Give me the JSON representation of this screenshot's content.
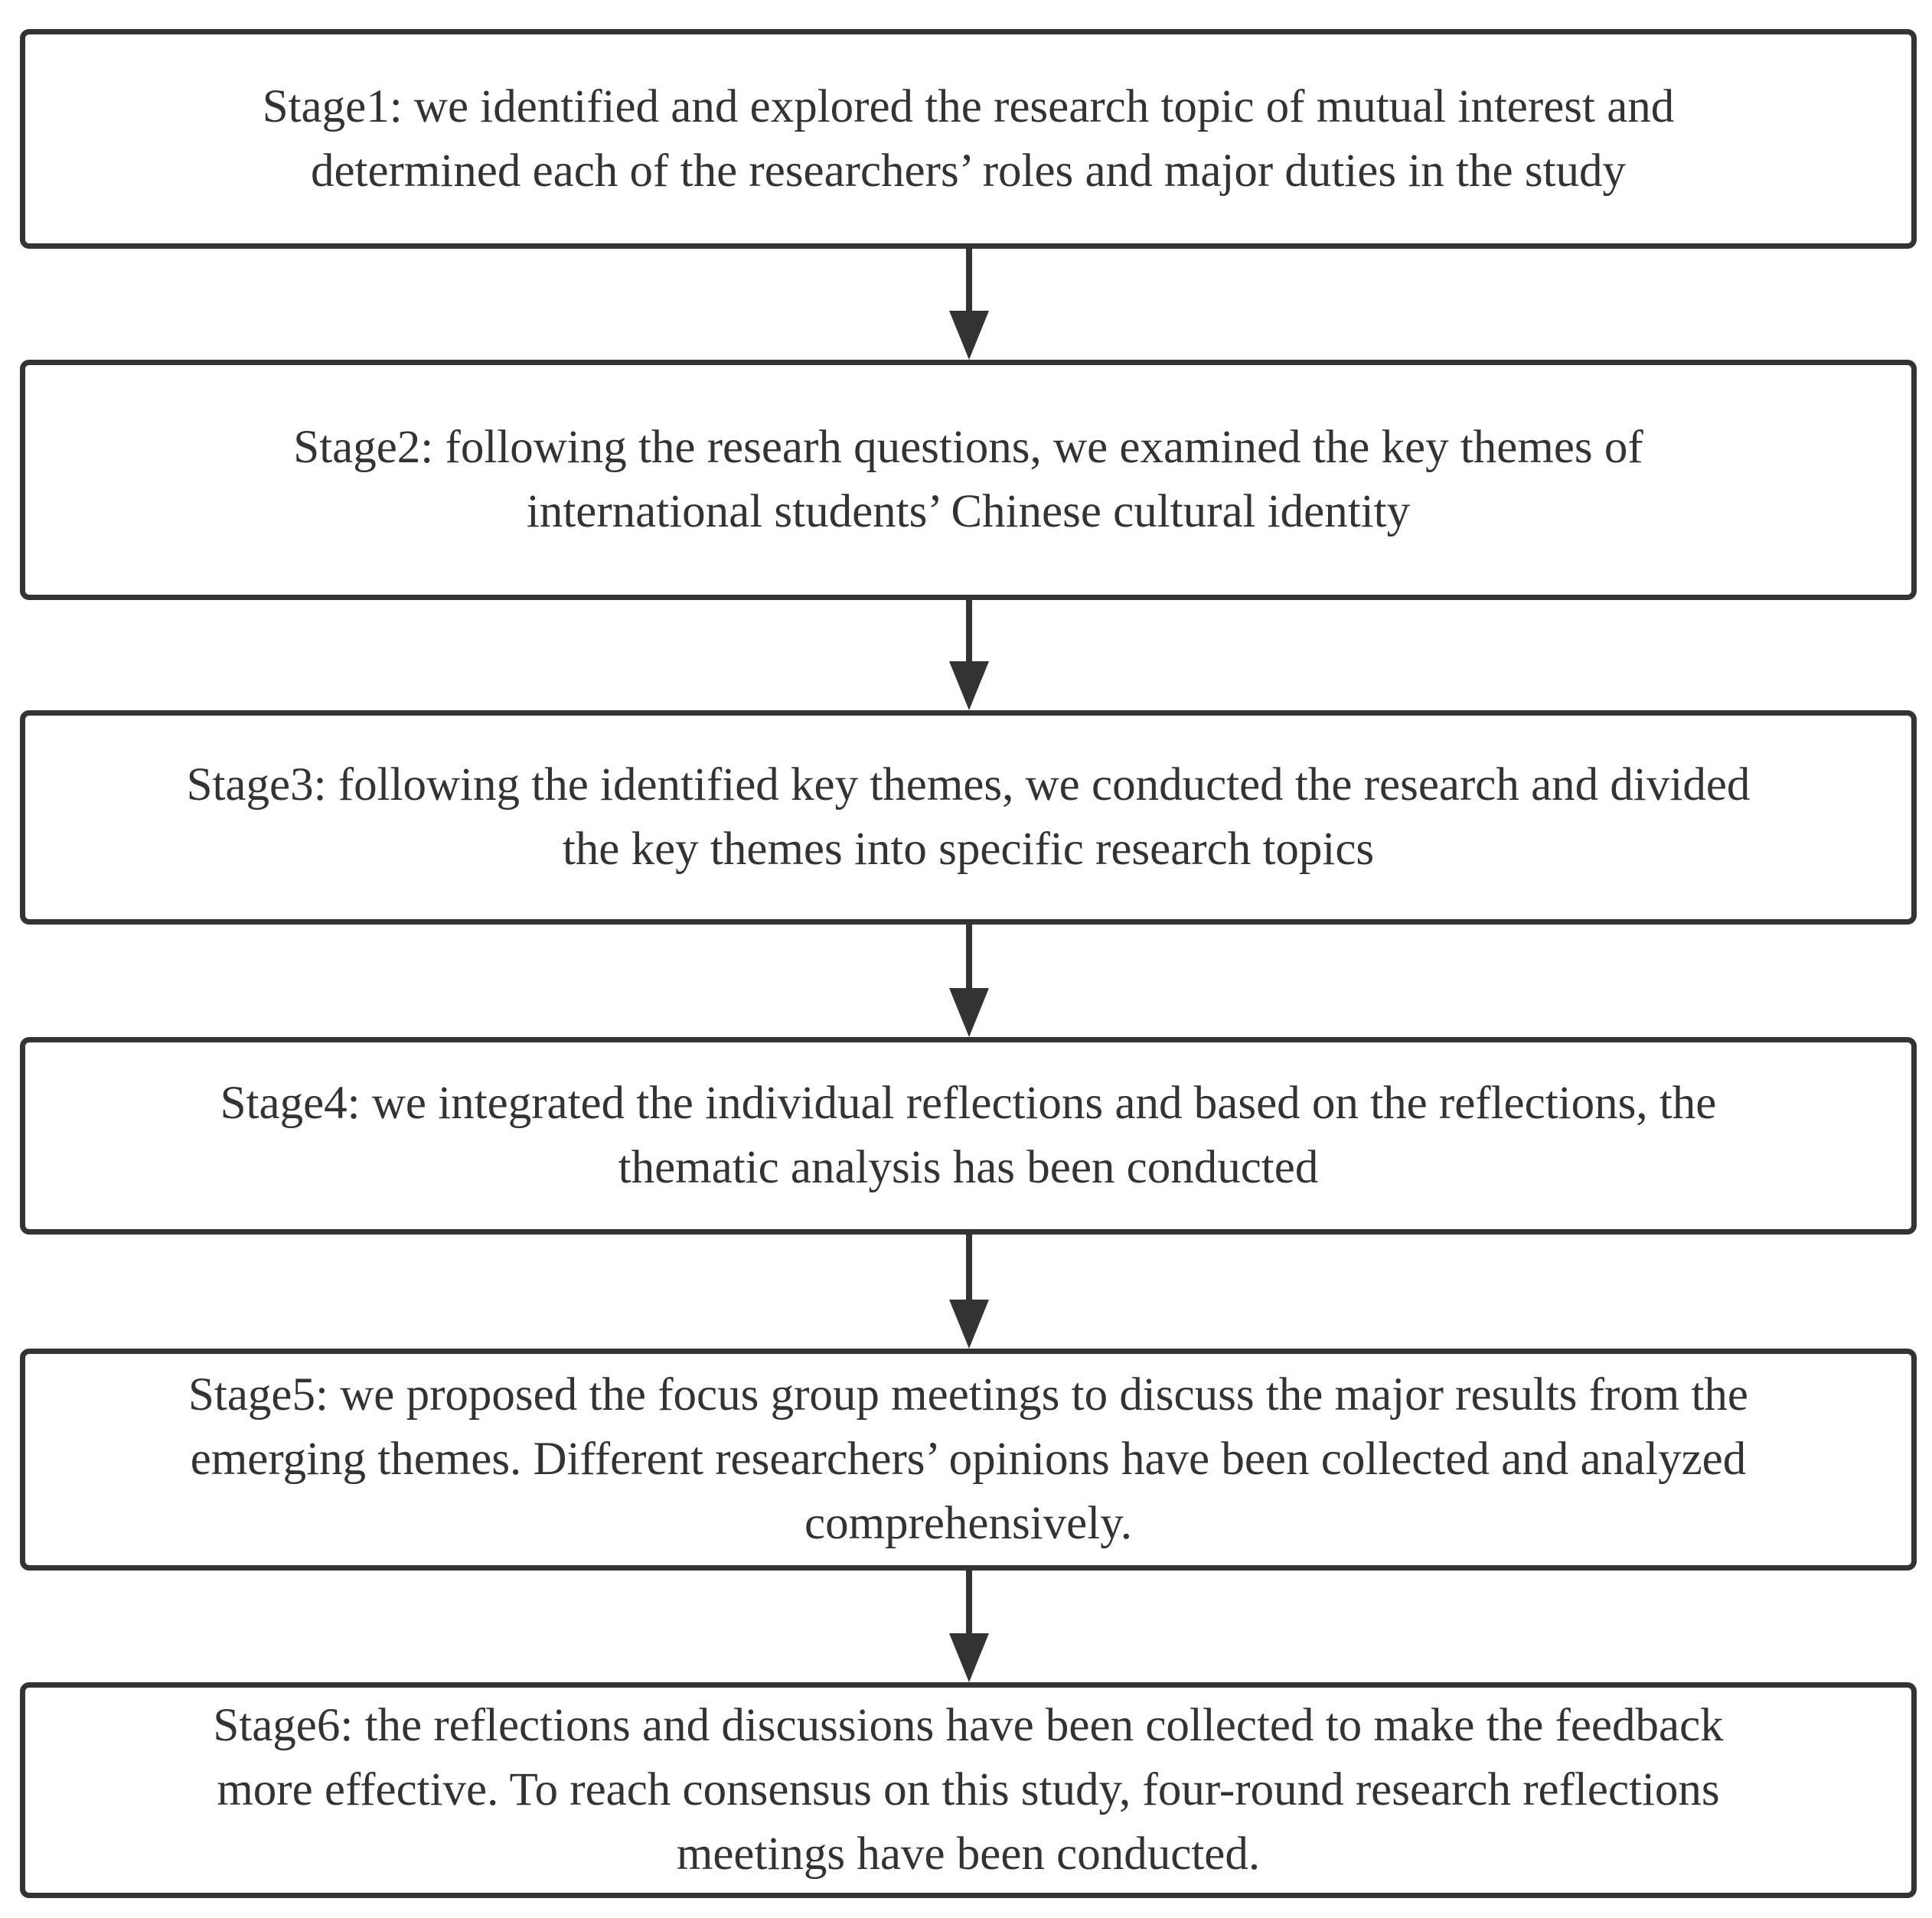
{
  "stages": [
    {
      "text": "Stage1: we identified and explored the research topic of mutual interest and\ndetermined each of the researchers’ roles and major duties in the study"
    },
    {
      "text": "Stage2: following the researh questions, we examined the key themes of\ninternational students’ Chinese cultural identity"
    },
    {
      "text": "Stage3: following the identified key themes,  we conducted the research and divided\nthe key themes into specific research topics"
    },
    {
      "text": "Stage4: we integrated the individual reflections and based on the reflections, the\nthematic analysis has been conducted"
    },
    {
      "text": "Stage5:  we proposed the focus group meetings to discuss the major results from the\nemerging themes. Different researchers’ opinions have been collected and analyzed\ncomprehensively."
    },
    {
      "text": "Stage6:   the reflections and discussions have been collected to make the feedback\nmore effective.  To reach consensus on this study, four-round research reflections\nmeetings have been conducted."
    }
  ],
  "colors": {
    "stroke": "#333333",
    "background": "#ffffff"
  }
}
